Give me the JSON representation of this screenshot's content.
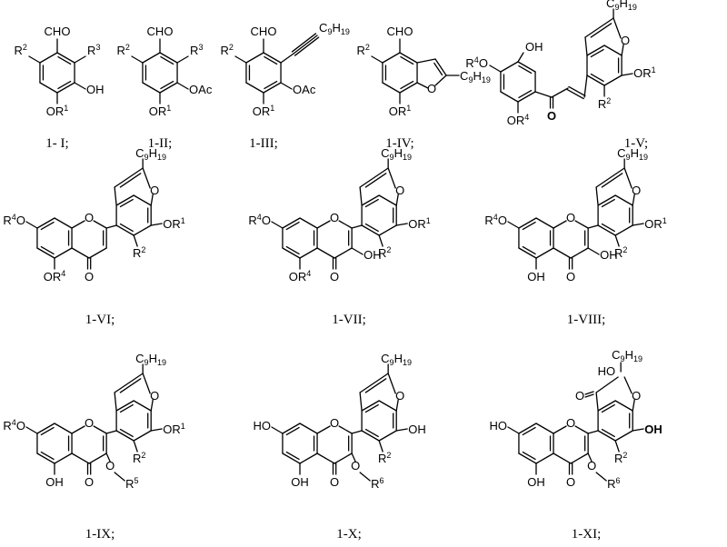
{
  "atoms": {
    "cho": "CHO",
    "oh": "OH",
    "oac": "OAc",
    "o": "O",
    "ho": "HO",
    "r": "R",
    "c": "C",
    "h": "H",
    "sub9": "9",
    "sub19": "19",
    "s1": "1",
    "s2": "2",
    "s3": "3",
    "s4": "4",
    "s5": "5",
    "s6": "6"
  },
  "captions": [
    "1- I;",
    "1-II;",
    "1-III;",
    "1-IV;",
    "1-V;",
    "1-VI;",
    "1-VII;",
    "1-VIII;",
    "1-IX;",
    "1-X;",
    "1-XI;"
  ]
}
